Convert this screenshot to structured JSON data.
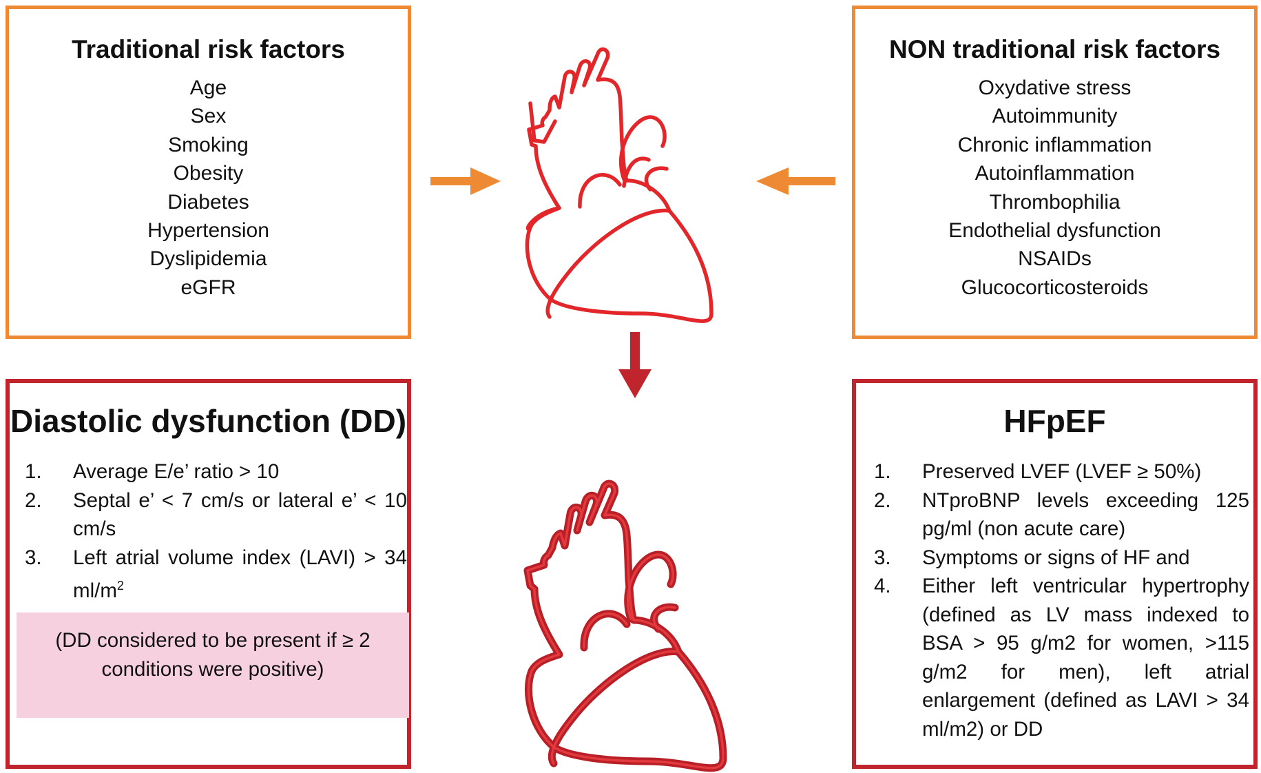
{
  "traditional": {
    "title": "Traditional risk factors",
    "items": [
      "Age",
      "Sex",
      "Smoking",
      "Obesity",
      "Diabetes",
      "Hypertension",
      "Dyslipidemia",
      "eGFR"
    ]
  },
  "non_traditional": {
    "title": "NON traditional risk factors",
    "items": [
      "Oxydative stress",
      "Autoimmunity",
      "Chronic inflammation",
      "Autoinflammation",
      "Thrombophilia",
      "Endothelial dysfunction",
      "NSAIDs",
      "Glucocorticosteroids"
    ]
  },
  "dd": {
    "title": "Diastolic dysfunction (DD)",
    "items": [
      {
        "num": "1.",
        "text": "Average E/e’ ratio > 10"
      },
      {
        "num": "2.",
        "text": "Septal e’ < 7 cm/s or lateral e’ < 10 cm/s"
      },
      {
        "num": "3.",
        "text": "Left atrial volume index (LAVI) > 34 ml/m",
        "sup": "2"
      }
    ],
    "note": "(DD considered to be present if ≥ 2 conditions were positive)"
  },
  "hfpef": {
    "title": "HFpEF",
    "items": [
      {
        "num": "1.",
        "text": "Preserved LVEF (LVEF ≥ 50%)"
      },
      {
        "num": "2.",
        "text": "NTproBNP levels exceeding 125 pg/ml (non acute care)"
      },
      {
        "num": "3.",
        "text": "Symptoms or signs of HF and"
      },
      {
        "num": "4.",
        "text": "Either left ventricular hypertrophy (defined as LV mass indexed to BSA > 95 g/m2  for women, >115 g/m2  for men), left atrial enlargement (defined as LAVI > 34 ml/m2) or DD"
      }
    ]
  },
  "colors": {
    "orange": "#ef8a34",
    "red": "#c0242c",
    "heart_red": "#e3262a",
    "pink": "#f7d0df"
  }
}
